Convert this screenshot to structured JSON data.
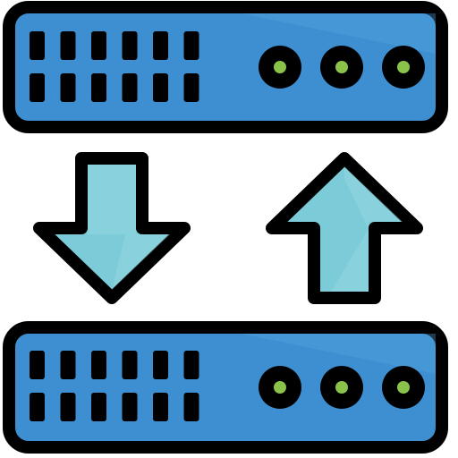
{
  "icon": {
    "name": "server-data-transfer-icon",
    "top_server": {
      "name": "server-unit-top-icon",
      "vent_rows": 2,
      "vent_cols": 6,
      "leds": 3
    },
    "bottom_server": {
      "name": "server-unit-bottom-icon",
      "vent_rows": 2,
      "vent_cols": 6,
      "leds": 3
    },
    "arrows": [
      {
        "name": "download-arrow-icon",
        "direction": "down"
      },
      {
        "name": "upload-arrow-icon",
        "direction": "up"
      }
    ]
  },
  "colors": {
    "outline": "#000000",
    "server_body": "#3d8fd1",
    "server_highlight": "#5aa6e0",
    "vent": "#000000",
    "led": "#8bc34a",
    "arrow_fill": "#7ccbd8",
    "arrow_highlight": "#9ad9e3",
    "background": "#ffffff"
  }
}
